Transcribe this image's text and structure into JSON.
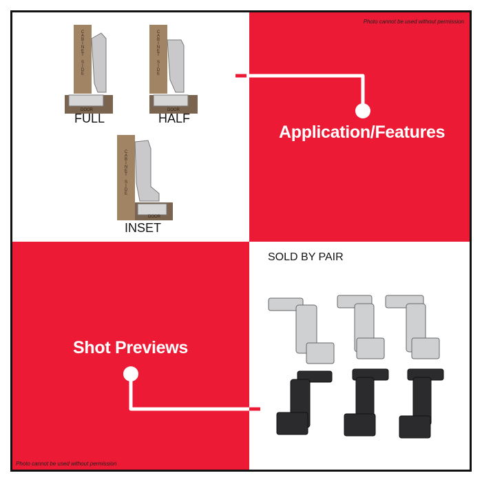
{
  "watermark": "Photo cannot be used without permission",
  "top_right": {
    "title": "Application/Features"
  },
  "bottom_left": {
    "title": "Shot Previews"
  },
  "bottom_right": {
    "label": "SOLD BY PAIR"
  },
  "diagrams": [
    {
      "label": "FULL",
      "side_text": "CABINET SIDE",
      "door_text": "DOOR"
    },
    {
      "label": "HALF",
      "side_text": "CABINET SIDE",
      "door_text": "DOOR"
    },
    {
      "label": "INSET",
      "side_text": "CABINET SIDE",
      "door_text": "DOOR"
    }
  ],
  "colors": {
    "accent": "#ec1a34",
    "wood": "#a08464",
    "door": "#7a6450",
    "metal": "#c9c9cb"
  }
}
